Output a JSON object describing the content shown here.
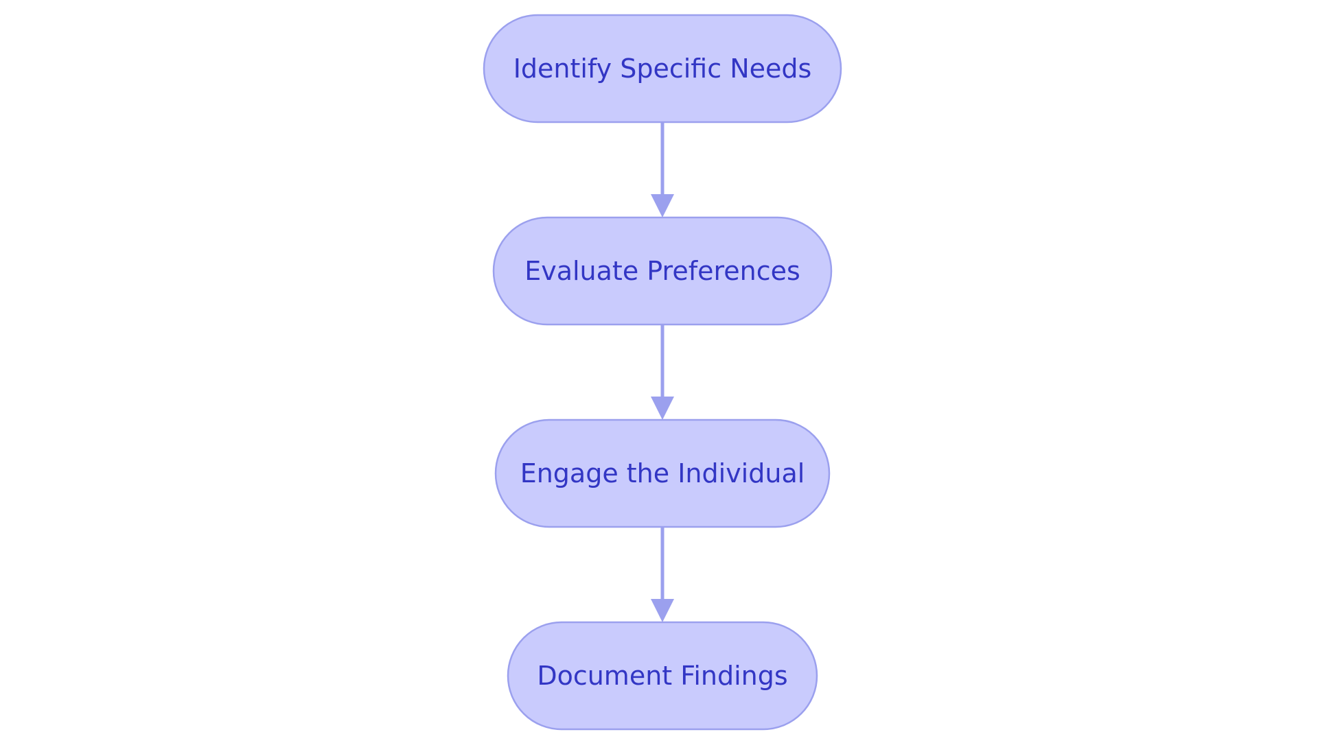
{
  "diagram": {
    "type": "flowchart",
    "direction": "top-to-bottom",
    "colors": {
      "node_fill": "#c9cbfd",
      "node_stroke": "#9ba0ee",
      "node_text": "#3236c4",
      "edge": "#9ba0ee",
      "background": "#ffffff"
    },
    "nodes": [
      {
        "id": "identify",
        "label": "Identify Specific Needs"
      },
      {
        "id": "evaluate",
        "label": "Evaluate Preferences"
      },
      {
        "id": "engage",
        "label": "Engage the Individual"
      },
      {
        "id": "document",
        "label": "Document Findings"
      }
    ],
    "edges": [
      {
        "from": "identify",
        "to": "evaluate"
      },
      {
        "from": "evaluate",
        "to": "engage"
      },
      {
        "from": "engage",
        "to": "document"
      }
    ]
  }
}
